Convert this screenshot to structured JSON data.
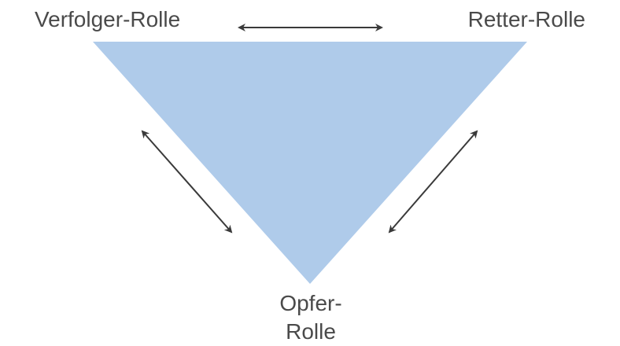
{
  "diagram": {
    "roles": {
      "persecutor": "Verfolger-Rolle",
      "rescuer": "Retter-Rolle",
      "victim_line1": "Opfer-",
      "victim_line2": "Rolle"
    },
    "colors": {
      "triangle_fill": "#afcbea",
      "arrow": "#3a3a3a",
      "text": "#4a4a4a"
    },
    "icons": {
      "arrow": "double-headed-arrow"
    }
  }
}
